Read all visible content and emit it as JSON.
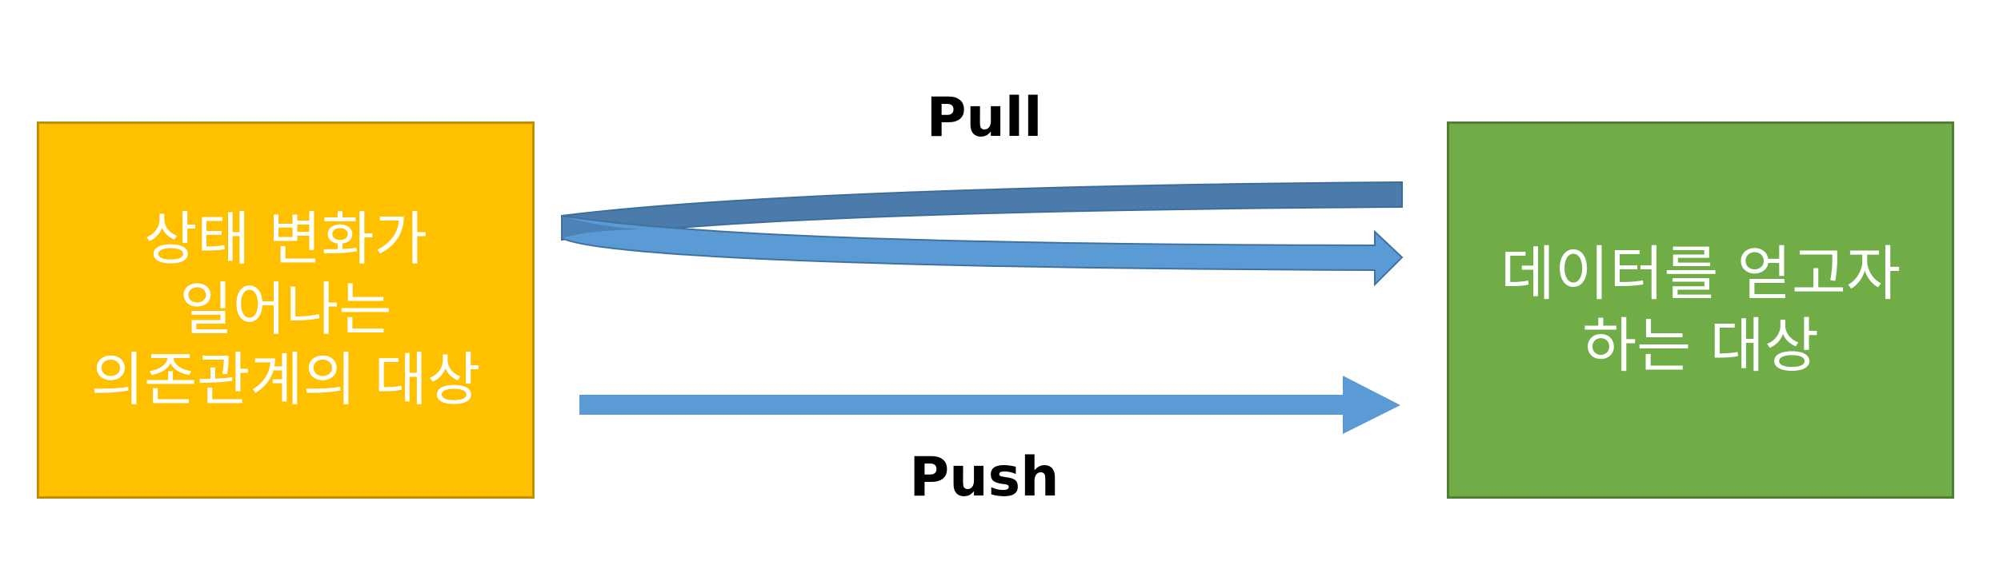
{
  "source_box": {
    "text": "상태 변화가\n일어나는\n의존관계의 대상",
    "fill": "#ffc000",
    "border": "#bf9000",
    "text_color": "#ffffff"
  },
  "target_box": {
    "text": "데이터를 얻고자\n하는 대상",
    "fill": "#70ad47",
    "border": "#507e32",
    "text_color": "#ffffff"
  },
  "pull": {
    "label": "Pull",
    "dark_color": "#4a7bab",
    "light_color": "#5b9bd5",
    "icon": "curved-u-turn-arrow"
  },
  "push": {
    "label": "Push",
    "color": "#5b9bd5",
    "icon": "straight-right-arrow"
  }
}
